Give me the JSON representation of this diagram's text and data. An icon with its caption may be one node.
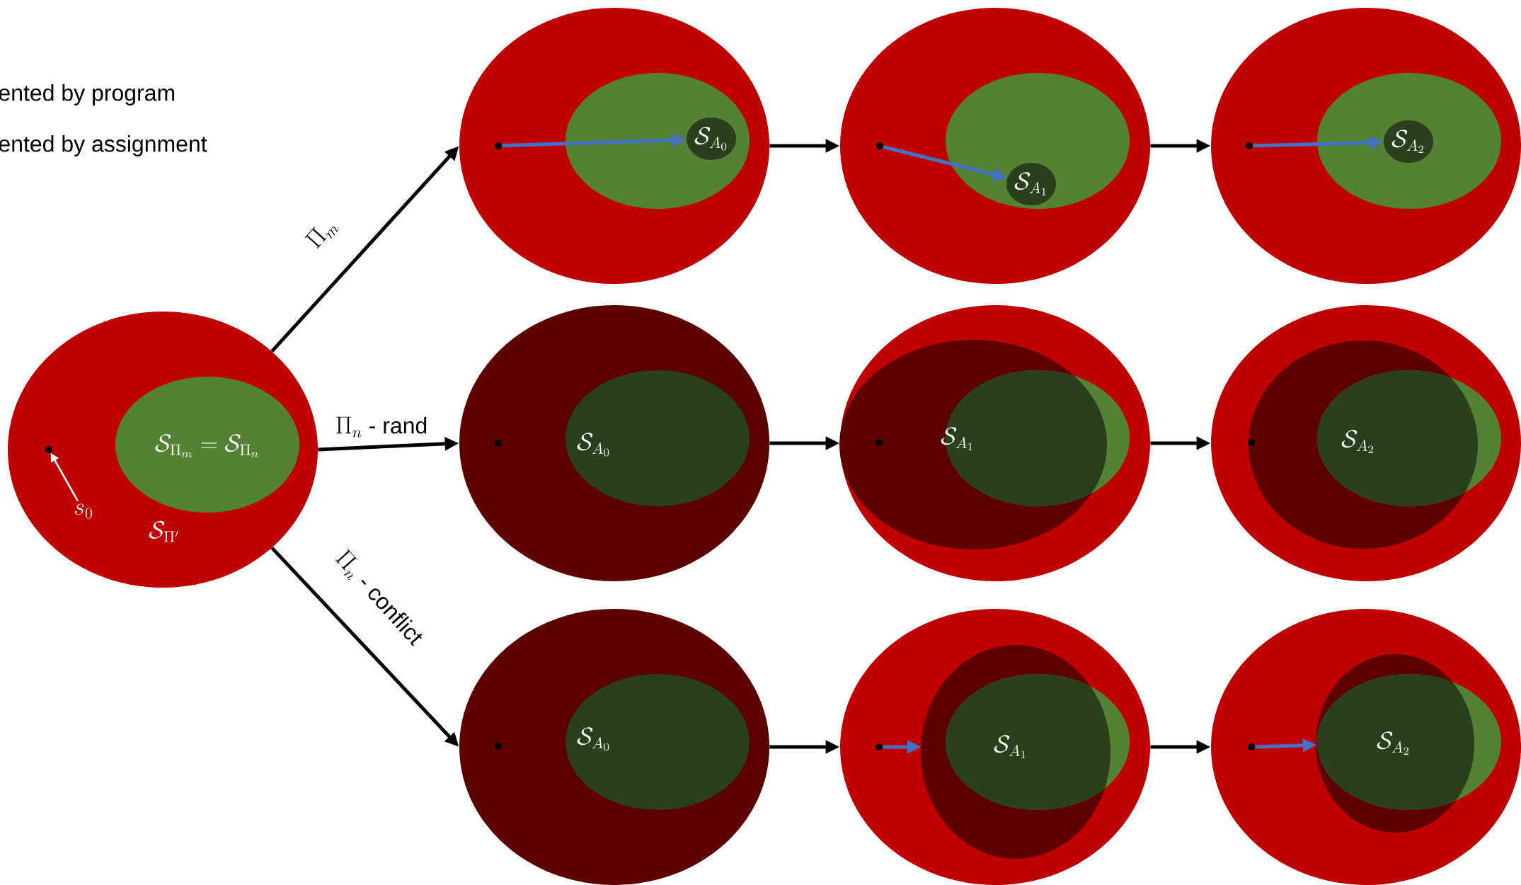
{
  "diagram": {
    "nodes": [
      {
        "text": [
          "\\mathcal{S}_{\\Pi'}"
        ]
      },
      {
        "text": [
          "\\mathcal{S}_{\\Pi_m} = \\mathcal{S}_{\\Pi_n}"
        ],
        "in": 0
      },
      {
        "text": [],
        "shape": "circle",
        "in": 0
      },
      {
        "text": [
          "s_0"
        ],
        "in": 0
      },
      {
        "text": [],
        "shape": "circle"
      },
      {
        "text": [],
        "shape": "circle",
        "in": 4
      },
      {
        "text": [
          "\\mathcal{S}_{A_0}"
        ],
        "in": 5
      },
      {
        "text": [],
        "shape": "circle",
        "in": 4
      },
      {
        "text": [],
        "shape": "circle"
      },
      {
        "text": [],
        "shape": "circle",
        "in": 8
      },
      {
        "text": [
          "\\mathcal{S}_{A_1}"
        ],
        "in": 9
      },
      {
        "text": [],
        "shape": "circle",
        "in": 8
      },
      {
        "text": [],
        "shape": "circle"
      },
      {
        "text": [],
        "shape": "circle",
        "in": 12
      },
      {
        "text": [
          "\\mathcal{S}_{A_2}"
        ],
        "in": 13
      },
      {
        "text": [],
        "shape": "circle",
        "in": 12
      },
      {
        "text": [],
        "shape": "circle"
      },
      {
        "text": [
          "\\mathcal{S}_{A_0}"
        ],
        "in": 16
      },
      {
        "text": [],
        "shape": "circle",
        "in": 16
      },
      {
        "text": [],
        "shape": "circle"
      },
      {
        "text": [
          "\\mathcal{S}_{A_1}"
        ],
        "in": 19
      },
      {
        "text": [],
        "shape": "circle",
        "in": 19
      },
      {
        "text": [],
        "shape": "circle"
      },
      {
        "text": [
          "\\mathcal{S}_{A_2}"
        ],
        "in": 22
      },
      {
        "text": [],
        "shape": "circle",
        "in": 22
      },
      {
        "text": [],
        "shape": "circle"
      },
      {
        "text": [
          "\\mathcal{S}_{A_0}"
        ],
        "in": 25
      },
      {
        "text": [],
        "shape": "circle",
        "in": 25
      },
      {
        "text": [],
        "shape": "circle"
      },
      {
        "text": [
          "\\mathcal{S}_{A_1}"
        ],
        "in": 28
      },
      {
        "text": [],
        "shape": "circle",
        "in": 28
      },
      {
        "text": [],
        "shape": "circle"
      },
      {
        "text": [
          "\\mathcal{S}_{A_2}"
        ],
        "in": 31
      },
      {
        "text": [],
        "shape": "circle",
        "in": 31
      }
    ],
    "edges": [
      {
        "from": 3,
        "to": 2,
        "arrow": "to",
        "color": "#ffffff"
      },
      {
        "from": 0,
        "to": 4,
        "arrow": "to",
        "label": "\\Pi_m"
      },
      {
        "from": 0,
        "to": 16,
        "arrow": "to",
        "label": "\\Pi_n \\mbox{ - rand}"
      },
      {
        "from": 0,
        "to": 25,
        "arrow": "to",
        "label": "\\Pi_n \\mbox{ - conflict}"
      },
      {
        "from": 4,
        "to": 8,
        "arrow": "to"
      },
      {
        "from": 8,
        "to": 12,
        "arrow": "to"
      },
      {
        "from": 16,
        "to": 19,
        "arrow": "to"
      },
      {
        "from": 19,
        "to": 22,
        "arrow": "to"
      },
      {
        "from": 25,
        "to": 28,
        "arrow": "to"
      },
      {
        "from": 28,
        "to": 31,
        "arrow": "to"
      },
      {
        "from": 7,
        "to": 6,
        "arrow": "to",
        "color": "#4472c4"
      },
      {
        "from": 11,
        "to": 10,
        "arrow": "to",
        "color": "#4472c4"
      },
      {
        "from": 15,
        "to": 14,
        "arrow": "to",
        "color": "#4472c4"
      },
      {
        "from": 30,
        "to": null,
        "arrow": "to",
        "color": "#4472c4"
      },
      {
        "from": 33,
        "to": 32,
        "arrow": "to",
        "color": "#4472c4"
      }
    ],
    "labels": [
      "ented by program",
      "ented by assignment"
    ]
  }
}
